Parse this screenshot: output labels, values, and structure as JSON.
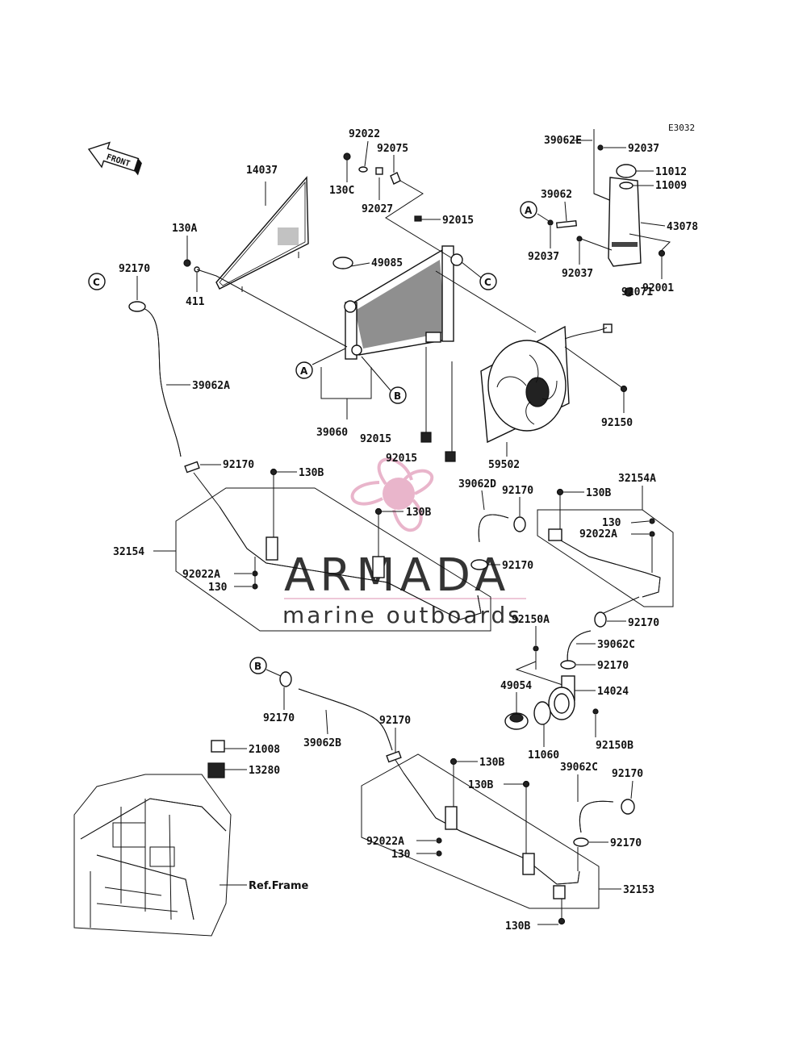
{
  "diagram": {
    "code": "E3032",
    "front_label": "FRONT",
    "ref_frame": "Ref.Frame",
    "watermark": {
      "brand": "ARMADA",
      "tagline": "marine outboards",
      "brand_color": "#e6a9c2",
      "text_color": "#8a8a8a"
    },
    "callouts": {
      "A": "A",
      "B": "B",
      "C": "C"
    },
    "parts": {
      "p14037": "14037",
      "p92022": "92022",
      "p92075": "92075",
      "p130C": "130C",
      "p92027": "92027",
      "p92015": "92015",
      "p130A": "130A",
      "p411": "411",
      "p49085": "49085",
      "p39060": "39060",
      "p92170": "92170",
      "p39062A": "39062A",
      "p39062E": "39062E",
      "p92037": "92037",
      "p11012": "11012",
      "p11009": "11009",
      "p39062": "39062",
      "p43078": "43078",
      "p92071": "92071",
      "p92001": "92001",
      "p92150": "92150",
      "p59502": "59502",
      "p130B": "130B",
      "p32154": "32154",
      "p92022A": "92022A",
      "p130": "130",
      "p39062D": "39062D",
      "p32154A": "32154A",
      "p92150A": "92150A",
      "p39062C": "39062C",
      "p14024": "14024",
      "p49054": "49054",
      "p11060": "11060",
      "p92150B": "92150B",
      "p39062B": "39062B",
      "p21008": "21008",
      "p13280": "13280",
      "p32153": "32153"
    }
  }
}
